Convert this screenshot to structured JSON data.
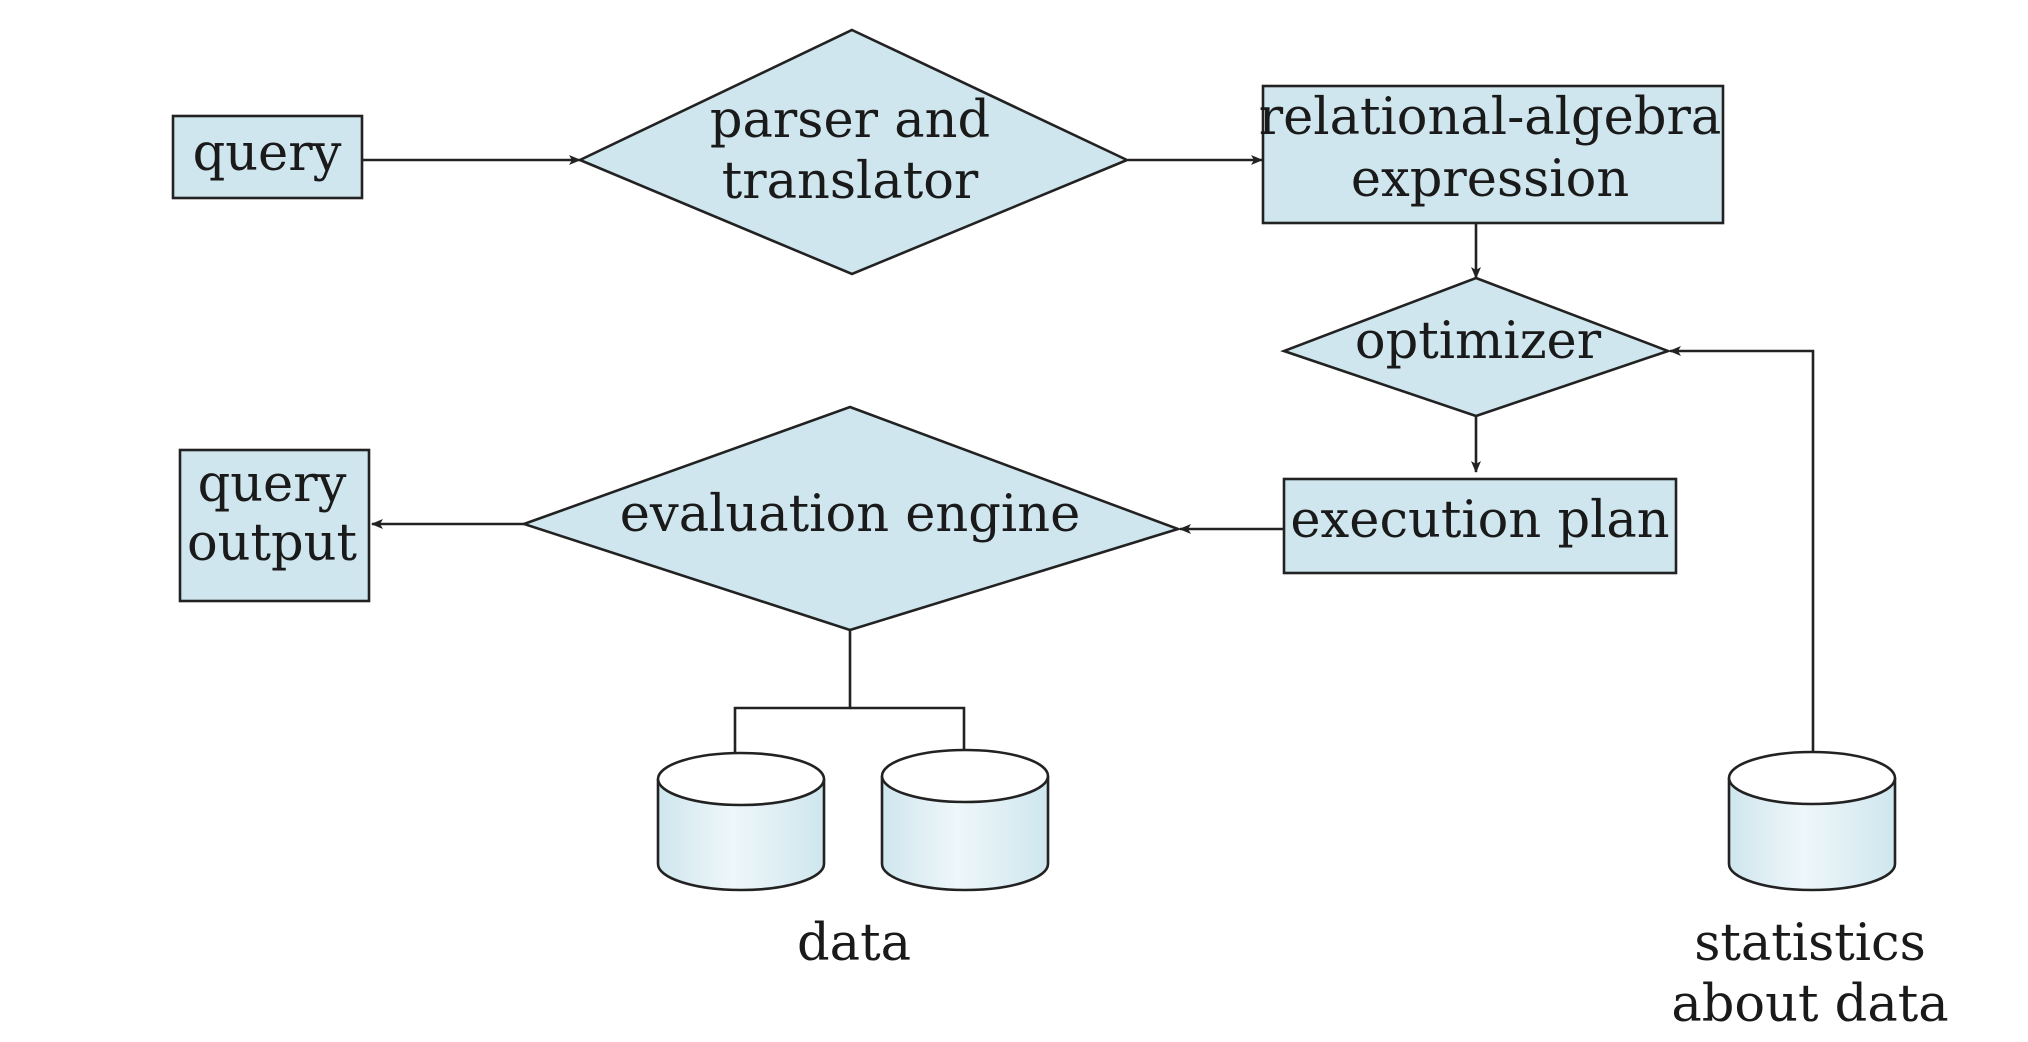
{
  "nodes": {
    "query": {
      "label": "query"
    },
    "parser": {
      "label_line1": "parser and",
      "label_line2": "translator"
    },
    "relational_algebra": {
      "label_line1": "relational-algebra",
      "label_line2": "expression"
    },
    "optimizer": {
      "label": "optimizer"
    },
    "execution_plan": {
      "label": "execution plan"
    },
    "evaluation_engine": {
      "label": "evaluation engine"
    },
    "query_output": {
      "label_line1": "query",
      "label_line2": "output"
    },
    "data": {
      "label": "data"
    },
    "statistics": {
      "label_line1": "statistics",
      "label_line2": "about data"
    }
  },
  "edges": [
    {
      "from": "query",
      "to": "parser and translator"
    },
    {
      "from": "parser and translator",
      "to": "relational-algebra expression"
    },
    {
      "from": "relational-algebra expression",
      "to": "optimizer"
    },
    {
      "from": "statistics about data",
      "to": "optimizer"
    },
    {
      "from": "optimizer",
      "to": "execution plan"
    },
    {
      "from": "execution plan",
      "to": "evaluation engine"
    },
    {
      "from": "evaluation engine",
      "to": "query output"
    },
    {
      "from": "data",
      "to": "evaluation engine"
    }
  ],
  "colors": {
    "node_fill": "#cfe6ee",
    "stroke": "#222222"
  }
}
